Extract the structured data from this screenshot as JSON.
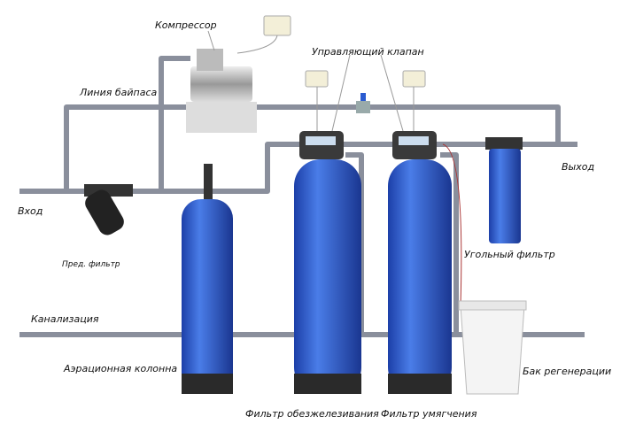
{
  "labels": {
    "compressor": "Компрессор",
    "control_valve": "Управляющий клапан",
    "bypass_line": "Линия байпаса",
    "inlet": "Вход",
    "outlet": "Выход",
    "prefilter": "Пред. фильтр",
    "carbon_filter": "Угольный фильтр",
    "sewer": "Канализация",
    "aeration_column": "Аэрационная колонна",
    "regeneration_tank": "Бак регенерации",
    "iron_removal_filter": "Фильтр обезжелезивания",
    "softening_filter": "Фильтр умягчения"
  },
  "colors": {
    "pipe": "#8a8f9c",
    "tank": "#2f5fd0",
    "tank_base": "#2a2a2a",
    "head": "#3a3a3a"
  }
}
